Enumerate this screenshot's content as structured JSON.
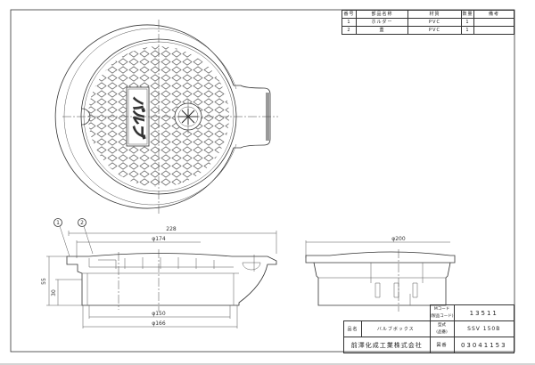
{
  "parts_table": {
    "headers": [
      "番号",
      "部品名称",
      "材質",
      "数量",
      "備考"
    ],
    "rows": [
      {
        "no": "1",
        "name": "ホルダー",
        "material": "PVC",
        "qty": "1",
        "note": ""
      },
      {
        "no": "2",
        "name": "蓋",
        "material": "PVC",
        "qty": "1",
        "note": ""
      }
    ]
  },
  "title_block": {
    "m_code_label": "Mコード\n(製品コード)",
    "m_code": "13511",
    "product_name_label": "品名",
    "product_name": "バルブボックス",
    "model_label": "型式\n(品番)",
    "model": "SSV 150B",
    "company": "前澤化成工業株式会社",
    "drawing_no_label": "図番",
    "drawing_no": "03041153"
  },
  "lid_marking": "バルブ",
  "dimensions": {
    "overall_width": "228",
    "lid_dia": "φ174",
    "height": "55",
    "body_height": "30",
    "inner_dia": "φ150",
    "outer_dia": "φ166",
    "side_dia": "φ200"
  },
  "callouts": [
    "1",
    "2"
  ]
}
